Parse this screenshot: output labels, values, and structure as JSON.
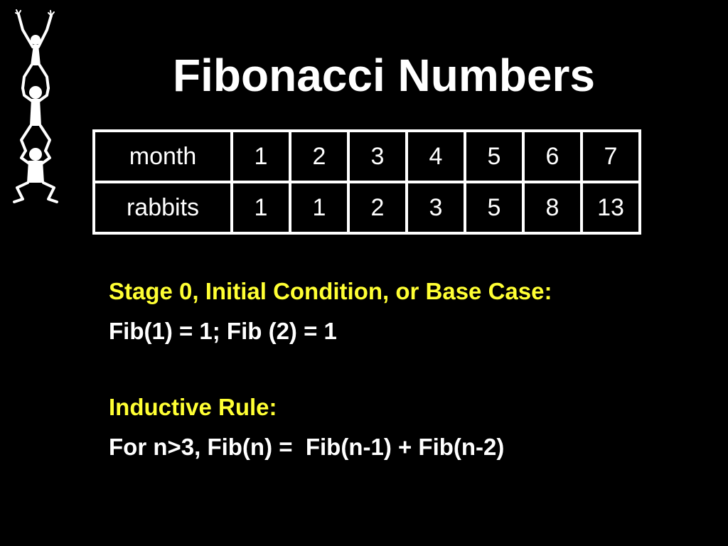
{
  "slide": {
    "title": "Fibonacci Numbers",
    "colors": {
      "background": "#000000",
      "text": "#ffffff",
      "highlight": "#ffff33"
    },
    "logo_icon": "stacked-rabbits-icon"
  },
  "table": {
    "rows": [
      {
        "header": "month",
        "values": [
          "1",
          "2",
          "3",
          "4",
          "5",
          "6",
          "7"
        ]
      },
      {
        "header": "rabbits",
        "values": [
          "1",
          "1",
          "2",
          "3",
          "5",
          "8",
          "13"
        ]
      }
    ]
  },
  "body": {
    "base_case_heading": "Stage 0, Initial Condition, or Base Case:",
    "base_case_text": "Fib(1) = 1; Fib (2) = 1",
    "inductive_heading": "Inductive Rule:",
    "inductive_text": "For n>3, Fib(n) =  Fib(n-1) + Fib(n-2)"
  }
}
